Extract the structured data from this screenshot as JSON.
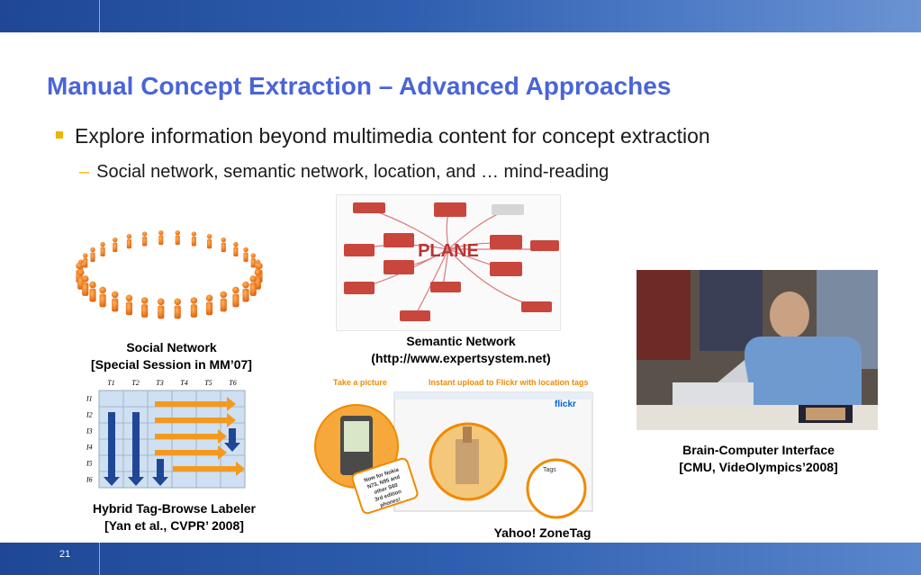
{
  "slide": {
    "title": "Manual Concept Extraction – Advanced Approaches",
    "bullet": "Explore information beyond multimedia content for concept extraction",
    "sub_bullet": "Social network, semantic network, location, and … mind-reading",
    "page_number": "21"
  },
  "captions": {
    "social_line1": "Social Network",
    "social_line2": "[Special Session in MM’07]",
    "semantic_line1": "Semantic Network",
    "semantic_line2": "(http://www.expertsystem.net)",
    "bci_line1": "Brain-Computer Interface",
    "bci_line2": "[CMU, VideOlympics’2008]",
    "hybrid_line1": "Hybrid Tag-Browse Labeler",
    "hybrid_line2": "[Yan et al., CVPR’ 2008]",
    "zonetag": "Yahoo! ZoneTag"
  },
  "semantic_net": {
    "center": "PLANE"
  },
  "hybrid_labeler": {
    "columns": [
      "T1",
      "T2",
      "T3",
      "T4",
      "T5",
      "T6"
    ],
    "rows": [
      "I1",
      "I2",
      "I3",
      "I4",
      "I5",
      "I6"
    ]
  },
  "zonetag_image": {
    "banner_left": "Take a picture",
    "banner_right": "Instant upload to Flickr with location tags",
    "flickr_logo": "flickr",
    "tags_title": "Tags",
    "promo": "Now for Nokia N73, N95 and other S60 3rd edition phones!"
  },
  "colors": {
    "title": "#4a64d8",
    "bullet_marker": "#f0b400",
    "bar_dark": "#1f4796",
    "bar_light": "#6b93d3"
  }
}
